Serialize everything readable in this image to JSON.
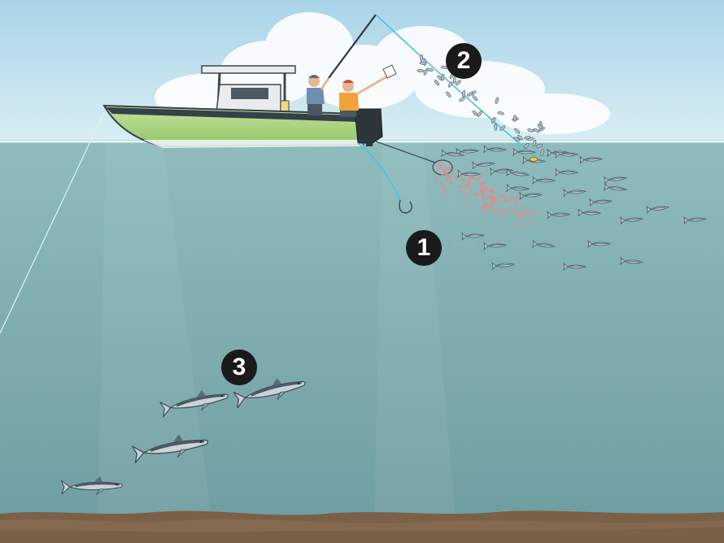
{
  "steps": [
    {
      "label": "1",
      "meaning": "chum-bag-and-bait-line"
    },
    {
      "label": "2",
      "meaning": "cast-net-throw"
    },
    {
      "label": "3",
      "meaning": "fish-rising-from-bottom"
    }
  ],
  "colors": {
    "sky_top": "#a9d4e8",
    "sky_bottom": "#d9eef3",
    "water_top": "#8fbcbd",
    "water_bottom": "#6f9ea2",
    "seabed": "#7a6047",
    "hull": "#a8d37b",
    "hull_stripe": "#35404a",
    "line": "#48c3e0",
    "chum": "#e58a8a",
    "bait_fish": "#c3ced6",
    "big_fish": "#c9d3d8",
    "badge": "#1a1a1a"
  },
  "icons": {
    "boat": "center-console-boat-icon",
    "angler": "angler-with-rod-icon",
    "net_thrower": "cast-net-thrower-icon",
    "bait_school": "bait-fish-school-icon",
    "big_fish": "fish-icon",
    "chum": "chum-slick-icon"
  }
}
